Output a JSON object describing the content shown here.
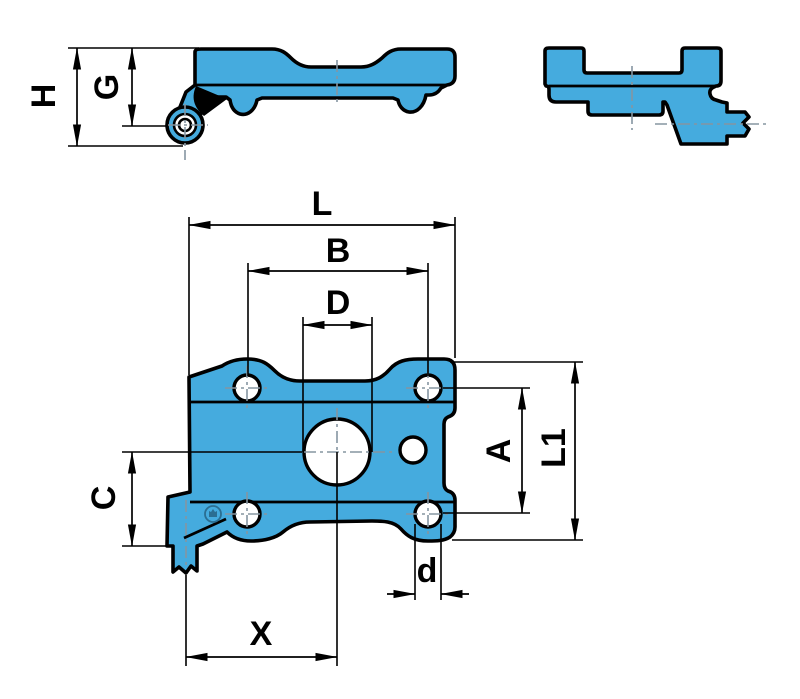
{
  "drawing": {
    "kind": "technical-dimension-drawing",
    "views": {
      "side_view": "side-view",
      "end_view": "end-view",
      "plan_view": "plan-view"
    },
    "icons": {
      "emblem": "manufacturer-emblem-icon"
    }
  },
  "dimension_labels": {
    "H": "H",
    "G": "G",
    "L": "L",
    "B": "B",
    "D": "D",
    "A": "A",
    "L1": "L1",
    "C": "C",
    "d": "d",
    "X": "X"
  },
  "colors": {
    "background": "#FFFFFF",
    "part_fill": "#45ABDE",
    "hole_fill": "#FFFFFF",
    "outline": "#000000",
    "dimension": "#000000",
    "centerline": "#8595A1",
    "emblem": "#2B6E92"
  }
}
